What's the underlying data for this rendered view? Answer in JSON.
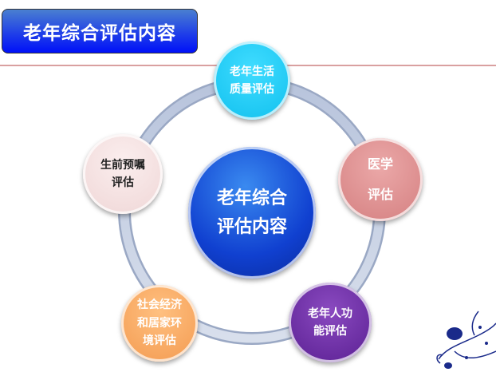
{
  "header": {
    "title": "老年综合评估内容"
  },
  "diagram": {
    "center": {
      "line1": "老年综合",
      "line2": "评估内容"
    },
    "nodes": [
      {
        "line1": "老年生活",
        "line2": "质量评估",
        "color": "#10c0ee"
      },
      {
        "line1": "医学",
        "line2": "评估",
        "color": "#d47f80"
      },
      {
        "line1": "老年人功",
        "line2": "能评估",
        "color": "#5a1f92"
      },
      {
        "line1": "社会经济",
        "line2": "和居家环",
        "line3": "境评估",
        "color": "#f39a50"
      },
      {
        "line1": "生前预嘱",
        "line2": "评估",
        "color": "#efd6d6"
      }
    ]
  }
}
